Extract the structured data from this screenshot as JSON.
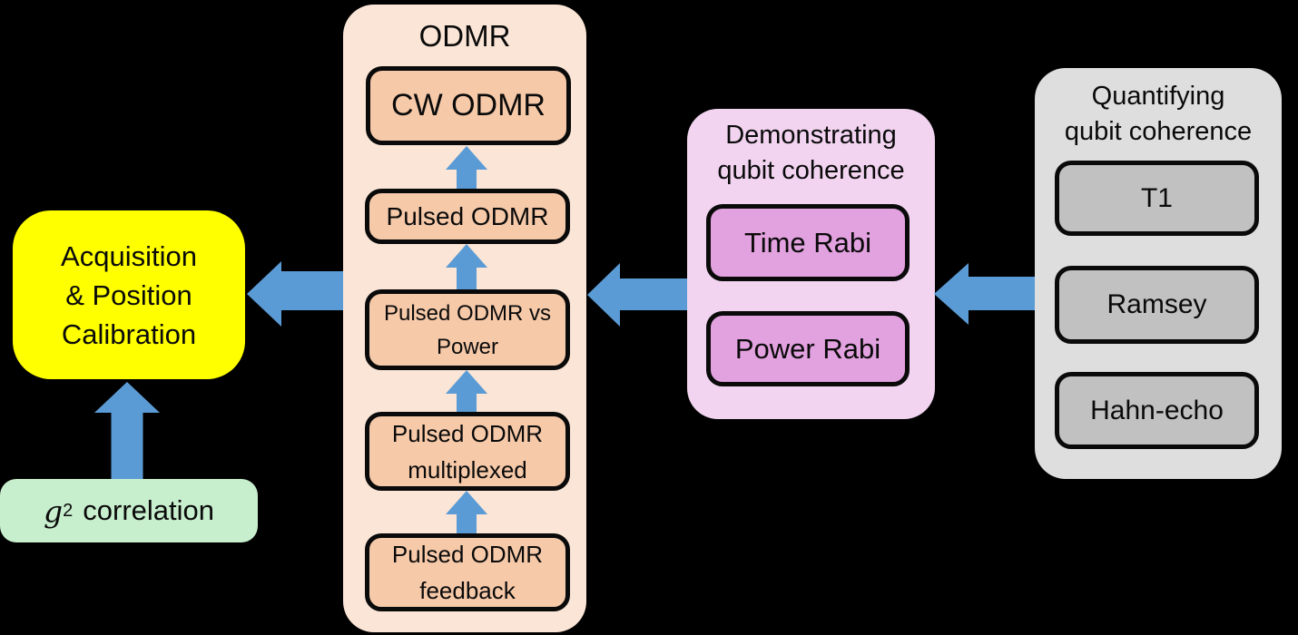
{
  "colors": {
    "background": "#000000",
    "arrow": "#5B9BD5",
    "acquisition_node": "#FFFF00",
    "g2_node": "#C7EECD",
    "odmr_container": "#FBE5D6",
    "odmr_box": "#F6C9A9",
    "coherence_demo_container": "#F2D4F0",
    "coherence_demo_box": "#E2A1DF",
    "coherence_quant_container": "#DEDEDE",
    "coherence_quant_box": "#C1C1C1",
    "box_border": "#0a0a0a",
    "text": "#0a0a0a"
  },
  "nodes": {
    "acquisition": {
      "line1": "Acquisition",
      "line2": "& Position",
      "line3": "Calibration"
    },
    "g2_correlation": {
      "base": "g",
      "exponent": "2",
      "text": "correlation"
    }
  },
  "odmr": {
    "title": "ODMR",
    "steps": [
      {
        "line1": "CW ODMR"
      },
      {
        "line1": "Pulsed ODMR"
      },
      {
        "line1": "Pulsed ODMR vs",
        "line2": "Power"
      },
      {
        "line1": "Pulsed ODMR",
        "line2": "multiplexed"
      },
      {
        "line1": "Pulsed ODMR",
        "line2": "feedback"
      }
    ]
  },
  "demonstrating": {
    "title_line1": "Demonstrating",
    "title_line2": "qubit coherence",
    "items": [
      {
        "label": "Time Rabi"
      },
      {
        "label": "Power Rabi"
      }
    ]
  },
  "quantifying": {
    "title_line1": "Quantifying",
    "title_line2": "qubit coherence",
    "items": [
      {
        "label": "T1"
      },
      {
        "label": "Ramsey"
      },
      {
        "label": "Hahn-echo"
      }
    ]
  }
}
